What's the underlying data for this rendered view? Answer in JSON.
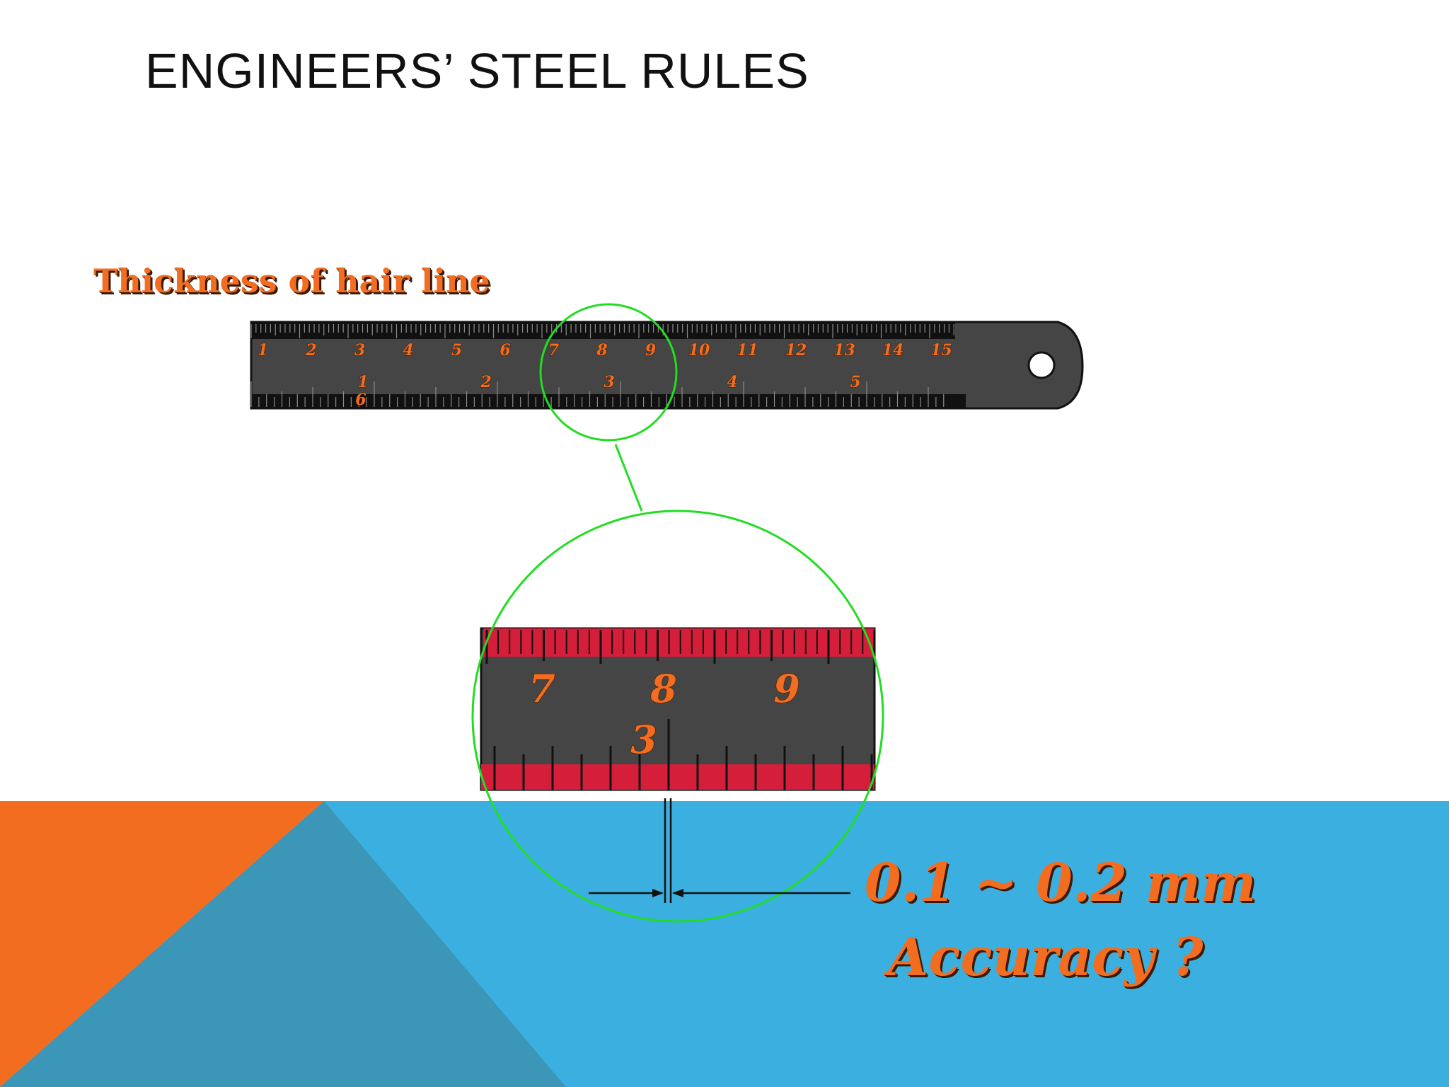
{
  "slide": {
    "title": "ENGINEERS’ STEEL RULES",
    "hair_line_label": "Thickness  of  hair line",
    "thickness_value": "0.1 ~ 0.2 mm",
    "question": "Accuracy ?"
  },
  "rule": {
    "cm_labels": [
      "1",
      "2",
      "3",
      "4",
      "5",
      "6",
      "7",
      "8",
      "9",
      "10",
      "11",
      "12",
      "13",
      "14",
      "15"
    ],
    "inch_labels": [
      "1",
      "2",
      "3",
      "4",
      "5"
    ],
    "inch_fraction_denominator": "6"
  },
  "zoom": {
    "cm_labels": [
      "7",
      "8",
      "9"
    ],
    "inch_label": "3"
  },
  "colors": {
    "accent_orange": "#f36d21",
    "background_blue": "#3bb0e0",
    "dark_blue_triangle": "#3c96b8",
    "highlight_green": "#22dd22",
    "rule_body": "#454545",
    "zoom_scale_red": "#d41e3a"
  }
}
